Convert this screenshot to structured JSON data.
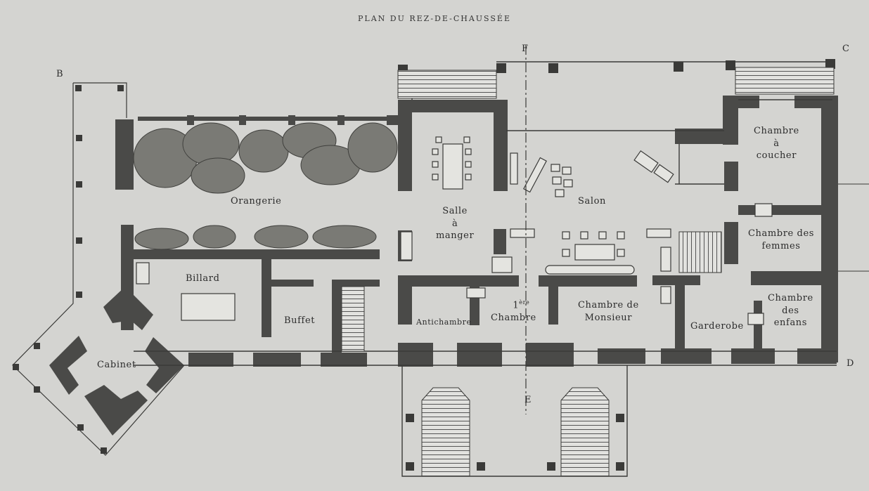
{
  "title": "PLAN DU REZ-DE-CHAUSSÉE",
  "corner_labels": {
    "b": "B",
    "c": "C",
    "d": "D",
    "e": "E",
    "f": "F"
  },
  "rooms": {
    "orangerie": "Orangerie",
    "salle_a_manger": [
      "Salle",
      "à",
      "manger"
    ],
    "salon": "Salon",
    "chambre_a_coucher": [
      "Chambre",
      "à",
      "coucher"
    ],
    "chambre_des_femmes": [
      "Chambre des",
      "femmes"
    ],
    "billard": "Billard",
    "buffet": "Buffet",
    "antichambre": "Antichambre",
    "premiere_chambre": {
      "num": "1",
      "sup": "ère",
      "word": "Chambre"
    },
    "chambre_de_monsieur": [
      "Chambre de",
      "Monsieur"
    ],
    "garderobe": "Garderobe",
    "chambre_des_enfans": [
      "Chambre",
      "des",
      "enfans"
    ],
    "cabinet": "Cabinet"
  },
  "colors": {
    "paper": "#d4d4d1",
    "wall": "#4a4a48",
    "line": "#3a3a38",
    "foliage": "#6a6a66"
  }
}
